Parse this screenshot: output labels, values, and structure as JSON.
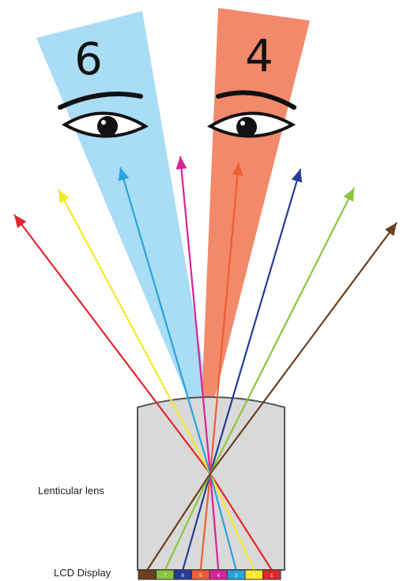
{
  "diagram": {
    "left_view": {
      "number": "6",
      "beam_color": "#a9dcf5"
    },
    "right_view": {
      "number": "4",
      "beam_color": "#f2896a"
    },
    "labels": {
      "lens": "Lenticular lens",
      "display": "LCD Display"
    },
    "colors": {
      "lens_fill": "#d9d9d9",
      "lens_stroke": "#555555",
      "eye_stroke": "#111111"
    },
    "rays": [
      {
        "name": "red",
        "color": "#e3262c"
      },
      {
        "name": "yellow",
        "color": "#f3e928"
      },
      {
        "name": "light-blue",
        "color": "#2aa2dc"
      },
      {
        "name": "magenta",
        "color": "#d9239a"
      },
      {
        "name": "orange",
        "color": "#ee5e35"
      },
      {
        "name": "dark-blue",
        "color": "#263b97"
      },
      {
        "name": "green",
        "color": "#8bc53f"
      },
      {
        "name": "brown",
        "color": "#6b3f1d"
      }
    ],
    "pixels": [
      {
        "label": "",
        "color": "#6b3f1d"
      },
      {
        "label": "7",
        "color": "#8bc53f"
      },
      {
        "label": "6",
        "color": "#263b97"
      },
      {
        "label": "5",
        "color": "#ee5e35"
      },
      {
        "label": "4",
        "color": "#d9239a"
      },
      {
        "label": "3",
        "color": "#2aa2dc"
      },
      {
        "label": "2",
        "color": "#f3e928"
      },
      {
        "label": "1",
        "color": "#e3262c"
      }
    ]
  }
}
